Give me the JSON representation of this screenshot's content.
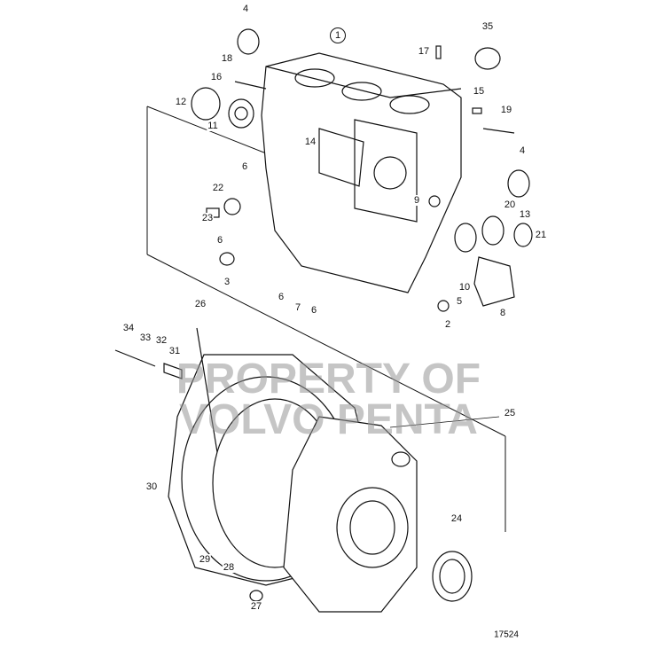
{
  "watermark": {
    "line1": "PROPERTY OF",
    "line2": "VOLVO PENTA"
  },
  "figure_number": "17524",
  "callouts": [
    {
      "label": "4"
    },
    {
      "label": "1"
    },
    {
      "label": "17"
    },
    {
      "label": "35"
    },
    {
      "label": "18"
    },
    {
      "label": "16"
    },
    {
      "label": "12"
    },
    {
      "label": "15"
    },
    {
      "label": "19"
    },
    {
      "label": "11"
    },
    {
      "label": "14"
    },
    {
      "label": "4"
    },
    {
      "label": "6"
    },
    {
      "label": "22"
    },
    {
      "label": "9"
    },
    {
      "label": "20"
    },
    {
      "label": "13"
    },
    {
      "label": "23"
    },
    {
      "label": "6"
    },
    {
      "label": "21"
    },
    {
      "label": "3"
    },
    {
      "label": "6"
    },
    {
      "label": "7"
    },
    {
      "label": "6"
    },
    {
      "label": "10"
    },
    {
      "label": "5"
    },
    {
      "label": "8"
    },
    {
      "label": "2"
    },
    {
      "label": "26"
    },
    {
      "label": "34"
    },
    {
      "label": "33"
    },
    {
      "label": "32"
    },
    {
      "label": "31"
    },
    {
      "label": "25"
    },
    {
      "label": "30"
    },
    {
      "label": "24"
    },
    {
      "label": "29"
    },
    {
      "label": "28"
    },
    {
      "label": "27"
    }
  ]
}
